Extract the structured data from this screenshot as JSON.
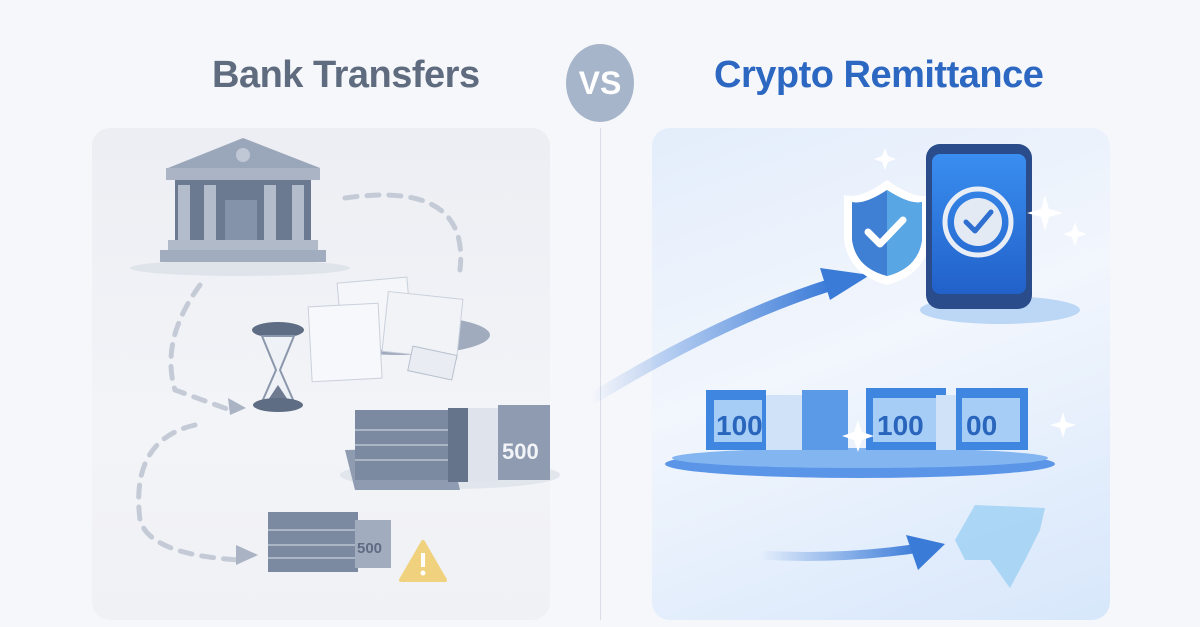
{
  "header": {
    "left_title": "Bank Transfers",
    "vs_label": "VS",
    "right_title": "Crypto Remittance"
  },
  "left_panel": {
    "icons": [
      "bank-building-icon",
      "paper-stack-icon",
      "hourglass-icon",
      "cash-stack-icon",
      "small-cash-stack-icon",
      "warning-icon"
    ],
    "large_stack_label": "500",
    "small_stack_label": "500",
    "colors": {
      "primary": "#7d8ba3",
      "warning": "#f0d27e"
    }
  },
  "right_panel": {
    "icons": [
      "shield-check-icon",
      "smartphone-check-icon",
      "cash-tray-icon",
      "arrow-icon",
      "sparkle-icon"
    ],
    "bill_labels": [
      "100",
      "100",
      "00"
    ],
    "colors": {
      "primary": "#2f6fd0",
      "light": "#8fc0ef"
    }
  }
}
